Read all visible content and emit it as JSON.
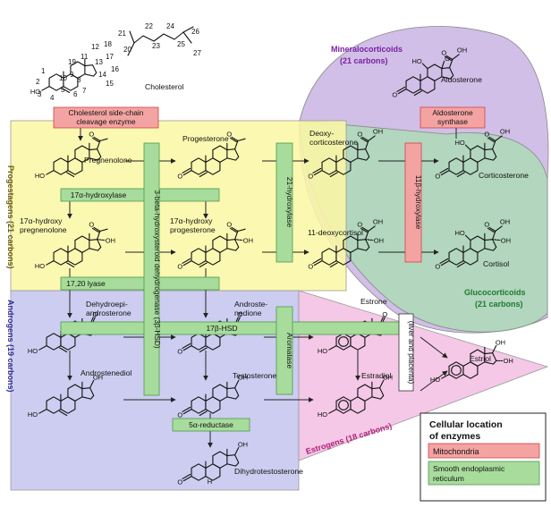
{
  "groups": {
    "mineralocorticoids": {
      "name": "Mineralocorticoids",
      "carbons": "(21 carbons)",
      "color": "#7a1fa2"
    },
    "progestagens": {
      "name": "Progestagens (21 carbons)",
      "color": "#6b5a00"
    },
    "androgens": {
      "name": "Androgens (19 carbons)",
      "color": "#2b2b9a"
    },
    "glucocorticoids": {
      "name": "Glucocorticoids",
      "carbons": "(21 carbons)",
      "color": "#1e7a2e"
    },
    "estrogens": {
      "name": "Estrogens (18 carbons)",
      "color": "#b0207a"
    }
  },
  "compounds": {
    "cholesterol": "Cholesterol",
    "pregnenolone": "Pregnenolone",
    "progesterone": "Progesterone",
    "deoxycorticosterone": [
      "Deoxy-",
      "corticosterone"
    ],
    "corticosterone": "Corticosterone",
    "aldosterone": "Aldosterone",
    "hydroxypregnenolone": [
      "17α-hydroxy",
      "pregnenolone"
    ],
    "hydroxyprogesterone": [
      "17α-hydroxy",
      "progesterone"
    ],
    "deoxycortisol": "11-deoxycortisol",
    "cortisol": "Cortisol",
    "dhea": [
      "Dehydroepi-",
      "androsterone"
    ],
    "androstenedione": [
      "Androste-",
      "nedione"
    ],
    "estrone": "Estrone",
    "estriol": "Estriol",
    "androstenediol": "Androstenediol",
    "testosterone": "Testosterone",
    "estradiol": "Estradiol",
    "dht": "Dihydrotestosterone"
  },
  "enzymes": {
    "side_chain": [
      "Cholesterol side-chain",
      "cleavage enzyme"
    ],
    "hydroxylase17": "17α-hydroxylase",
    "lyase": "17,20 lyase",
    "hsd3b": "3-beta-hydroxysteroid dehydrogenase (3β-HSD)",
    "hydroxylase21": "21-hydroxylase",
    "hydroxylase11b": "11β-hydroxylase",
    "aldosterone_synthase": [
      "Aldosterone",
      "synthase"
    ],
    "hsd17b": "17β-HSD",
    "aromatase": "Aromatase",
    "liver_placenta": "(liver and placenta)",
    "reductase5a": "5α-reductase"
  },
  "atoms": {
    "ho": "HO",
    "o": "O",
    "oh": "OH",
    "h": "H"
  },
  "cholesterol_numbers": [
    "1",
    "2",
    "3",
    "4",
    "5",
    "6",
    "7",
    "8",
    "9",
    "10",
    "11",
    "12",
    "13",
    "14",
    "15",
    "16",
    "17",
    "18",
    "19",
    "20",
    "21",
    "22",
    "23",
    "24",
    "25",
    "26",
    "27"
  ],
  "legend": {
    "title": [
      "Cellular location",
      "of enzymes"
    ],
    "mitochondria": "Mitochondria",
    "er": [
      "Smooth endoplasmic",
      "reticulum"
    ]
  },
  "colors": {
    "mito_fill": "#f4a3a3",
    "mito_stroke": "#c44",
    "er_fill": "#a8dc9c",
    "er_stroke": "#4a9a4a",
    "progestagen_bg": "#fbf7a6",
    "androgen_bg": "#c8c8f0",
    "mineral_bg": "#c9b4e3",
    "gluco_bg": "#a9dcb2",
    "estrogen_bg": "#f3c0e2"
  }
}
